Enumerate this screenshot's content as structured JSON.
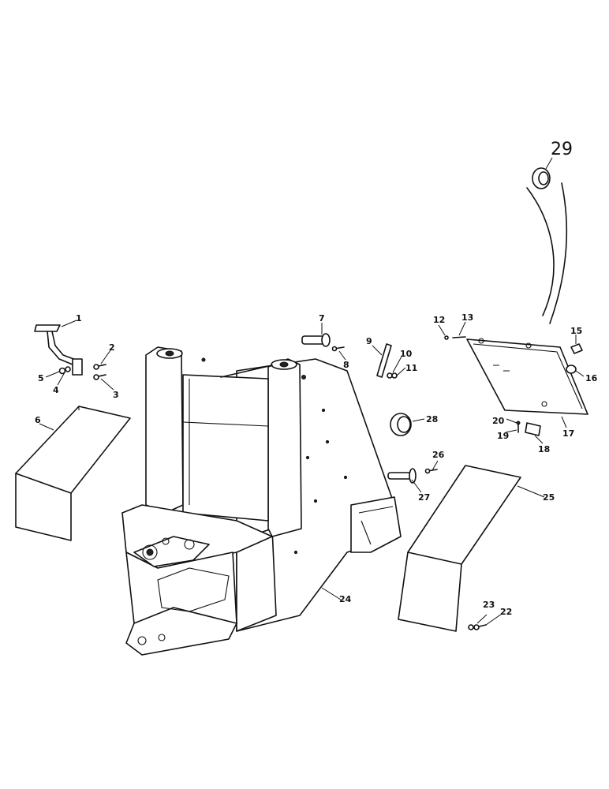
{
  "callouts": {
    "c1": "1",
    "c2": "2",
    "c3": "3",
    "c4": "4",
    "c5": "5",
    "c6": "6",
    "c7": "7",
    "c8": "8",
    "c9": "9",
    "c10": "10",
    "c11": "11",
    "c12": "12",
    "c13": "13",
    "c15": "15",
    "c16": "16",
    "c17": "17",
    "c18": "18",
    "c19": "19",
    "c20": "20",
    "c22": "22",
    "c23": "23",
    "c24": "24",
    "c25": "25",
    "c26": "26",
    "c27": "27",
    "c28": "28",
    "c29": "29"
  }
}
